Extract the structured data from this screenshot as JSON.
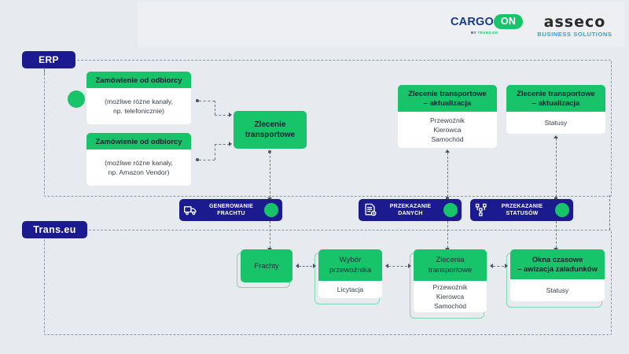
{
  "brand": {
    "cargoon": {
      "word": "CARGO",
      "badge": "ON",
      "sub_by": "BY ",
      "sub_brand": "TRANS.EU"
    },
    "asseco": {
      "word": "asseco",
      "tagline": "BUSINESS SOLUTIONS"
    }
  },
  "zones": {
    "erp": {
      "label": "ERP"
    },
    "trans": {
      "label": "Trans.eu"
    }
  },
  "erp_cards": {
    "order1": {
      "head": "Zamówienie  od odbiorcy",
      "line1": "(możliwe różne kanały,",
      "line2": "np. telefonicznie)"
    },
    "order2": {
      "head": "Zamówienie  od odbiorcy",
      "line1": "(możliwe różne kanały,",
      "line2": "np. Amazon Vendor)"
    },
    "transport_order": {
      "head1": "Zlecenie",
      "head2": "transportowe"
    },
    "update_resources": {
      "head1": "Zlecenie transportowe",
      "head2": "– aktualizacja",
      "line1": "Przewoźnik",
      "line2": "Kierowca",
      "line3": "Samochód"
    },
    "update_status": {
      "head1": "Zlecenie transportowe",
      "head2": "– aktualizacja",
      "line1": "Statusy"
    }
  },
  "badges": [
    {
      "icon": "truck-icon",
      "line1": "GENEROWANIE",
      "line2": "FRACHTU"
    },
    {
      "icon": "document-data-icon",
      "line1": "PRZEKAZANIE",
      "line2": "DANYCH"
    },
    {
      "icon": "nodes-status-icon",
      "line1": "PRZEKAZANIE",
      "line2": "STATUSÓW"
    }
  ],
  "trans_cards": {
    "freights": {
      "head1": "Frachty"
    },
    "carrier_choice": {
      "head1": "Wybór",
      "head2": "przewoźnika",
      "line1": "Licytacja"
    },
    "transport_orders": {
      "head1": "Zlecenia",
      "head2": "transportowe",
      "line1": "Przewoźnik",
      "line2": "Kierowca",
      "line3": "Samochód"
    },
    "time_windows": {
      "head1": "Okna czasowe",
      "head2": "– awizacja załadunków",
      "line1": "Statusy"
    }
  },
  "colors": {
    "background": "#e7eaee",
    "navy": "#1b1b8f",
    "green": "#17c46a",
    "card_body": "#ffffff",
    "dashed": "#8e96a3",
    "asseco_blue": "#27a8e0"
  }
}
